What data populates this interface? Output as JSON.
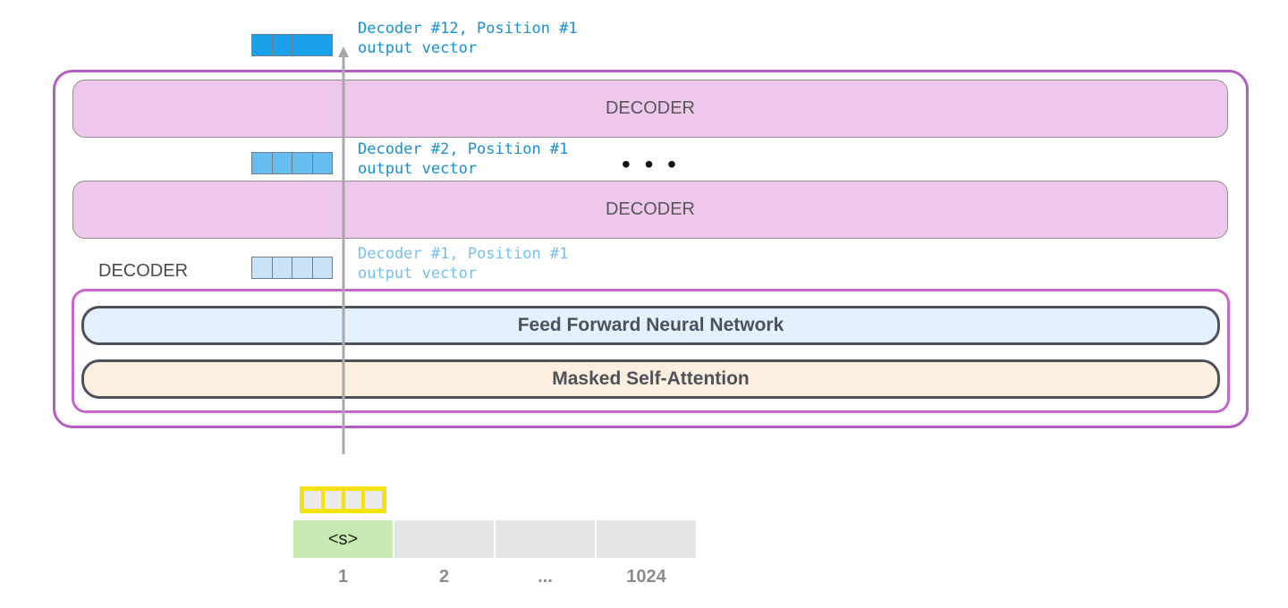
{
  "decoder_label": "DECODER",
  "side_label": "DECODER",
  "ellipsis": "• • •",
  "outputs": [
    {
      "line1": "Decoder #12, Position #1",
      "line2": "output vector"
    },
    {
      "line1": "Decoder #2, Position #1",
      "line2": "output vector"
    },
    {
      "line1": "Decoder #1, Position #1",
      "line2": "output vector"
    }
  ],
  "layers": {
    "ffnn": "Feed Forward Neural Network",
    "attention": "Masked Self-Attention"
  },
  "tokens": [
    "<s>",
    "",
    "",
    ""
  ],
  "positions": [
    "1",
    "2",
    "...",
    "1024"
  ],
  "colors": {
    "outer_border": "#b35cc4",
    "decoder_fill": "#eec8ec",
    "ffnn_fill": "#e3f0fd",
    "attention_fill": "#fdefe0",
    "token_active": "#c8ebb4",
    "token_inactive": "#e5e5e5",
    "embedding_border": "#f5e20a",
    "vector_dark": "#1aa0ea",
    "vector_mid": "#67bdf0",
    "vector_light": "#c8e3f8"
  }
}
